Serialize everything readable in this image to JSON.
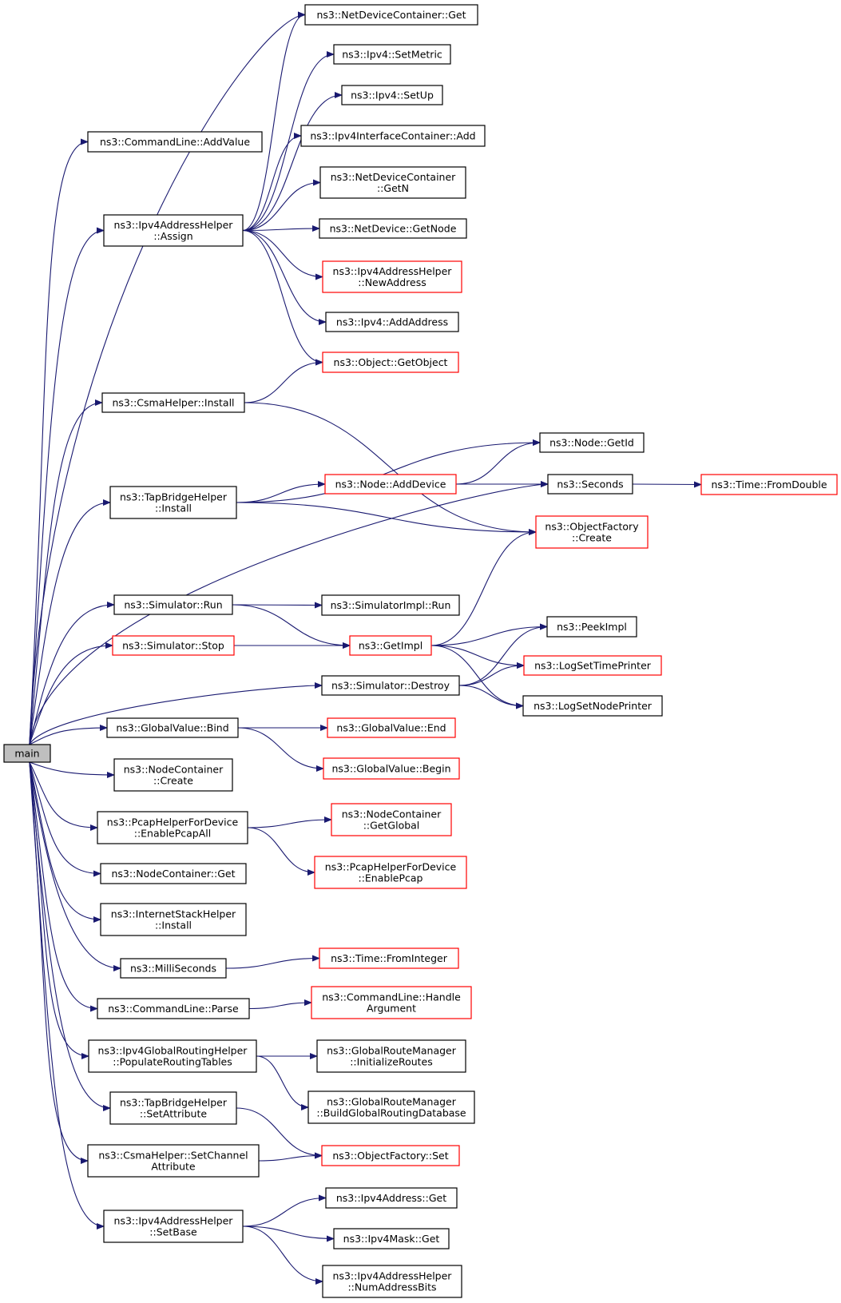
{
  "nodes": {
    "main": {
      "lines": [
        "main"
      ],
      "style": "current"
    },
    "ndc_get": {
      "lines": [
        "ns3::NetDeviceContainer::Get"
      ],
      "style": "plain"
    },
    "ipv4_setmetric": {
      "lines": [
        "ns3::Ipv4::SetMetric"
      ],
      "style": "plain"
    },
    "ipv4_setup": {
      "lines": [
        "ns3::Ipv4::SetUp"
      ],
      "style": "plain"
    },
    "cl_addvalue": {
      "lines": [
        "ns3::CommandLine::AddValue"
      ],
      "style": "plain"
    },
    "ipv4ic_add": {
      "lines": [
        "ns3::Ipv4InterfaceContainer::Add"
      ],
      "style": "plain"
    },
    "ndc_getn": {
      "lines": [
        "ns3::NetDeviceContainer",
        "::GetN"
      ],
      "style": "plain"
    },
    "iah_assign": {
      "lines": [
        "ns3::Ipv4AddressHelper",
        "::Assign"
      ],
      "style": "plain"
    },
    "nd_getnode": {
      "lines": [
        "ns3::NetDevice::GetNode"
      ],
      "style": "plain"
    },
    "iah_newaddress": {
      "lines": [
        "ns3::Ipv4AddressHelper",
        "::NewAddress"
      ],
      "style": "warn"
    },
    "ipv4_addaddress": {
      "lines": [
        "ns3::Ipv4::AddAddress"
      ],
      "style": "plain"
    },
    "obj_getobject": {
      "lines": [
        "ns3::Object::GetObject"
      ],
      "style": "warn"
    },
    "csma_install": {
      "lines": [
        "ns3::CsmaHelper::Install"
      ],
      "style": "plain"
    },
    "node_getid": {
      "lines": [
        "ns3::Node::GetId"
      ],
      "style": "plain"
    },
    "tbh_install": {
      "lines": [
        "ns3::TapBridgeHelper",
        "::Install"
      ],
      "style": "plain"
    },
    "node_adddevice": {
      "lines": [
        "ns3::Node::AddDevice"
      ],
      "style": "warn"
    },
    "seconds": {
      "lines": [
        "ns3::Seconds"
      ],
      "style": "plain"
    },
    "time_fromdouble": {
      "lines": [
        "ns3::Time::FromDouble"
      ],
      "style": "warn"
    },
    "of_create": {
      "lines": [
        "ns3::ObjectFactory",
        "::Create"
      ],
      "style": "warn"
    },
    "sim_run": {
      "lines": [
        "ns3::Simulator::Run"
      ],
      "style": "plain"
    },
    "simimpl_run": {
      "lines": [
        "ns3::SimulatorImpl::Run"
      ],
      "style": "plain"
    },
    "peekimpl": {
      "lines": [
        "ns3::PeekImpl"
      ],
      "style": "plain"
    },
    "sim_stop": {
      "lines": [
        "ns3::Simulator::Stop"
      ],
      "style": "warn"
    },
    "getimpl": {
      "lines": [
        "ns3::GetImpl"
      ],
      "style": "warn"
    },
    "logsettimeprinter": {
      "lines": [
        "ns3::LogSetTimePrinter"
      ],
      "style": "warn"
    },
    "sim_destroy": {
      "lines": [
        "ns3::Simulator::Destroy"
      ],
      "style": "plain"
    },
    "logsetnodeprinter": {
      "lines": [
        "ns3::LogSetNodePrinter"
      ],
      "style": "plain"
    },
    "gv_bind": {
      "lines": [
        "ns3::GlobalValue::Bind"
      ],
      "style": "plain"
    },
    "gv_end": {
      "lines": [
        "ns3::GlobalValue::End"
      ],
      "style": "warn"
    },
    "gv_begin": {
      "lines": [
        "ns3::GlobalValue::Begin"
      ],
      "style": "warn"
    },
    "nc_create": {
      "lines": [
        "ns3::NodeContainer",
        "::Create"
      ],
      "style": "plain"
    },
    "phd_enablepcapall": {
      "lines": [
        "ns3::PcapHelperForDevice",
        "::EnablePcapAll"
      ],
      "style": "plain"
    },
    "nc_getglobal": {
      "lines": [
        "ns3::NodeContainer",
        "::GetGlobal"
      ],
      "style": "warn"
    },
    "phd_enablepcap": {
      "lines": [
        "ns3::PcapHelperForDevice",
        "::EnablePcap"
      ],
      "style": "warn"
    },
    "nc_get": {
      "lines": [
        "ns3::NodeContainer::Get"
      ],
      "style": "plain"
    },
    "ish_install": {
      "lines": [
        "ns3::InternetStackHelper",
        "::Install"
      ],
      "style": "plain"
    },
    "milliseconds": {
      "lines": [
        "ns3::MilliSeconds"
      ],
      "style": "plain"
    },
    "time_frominteger": {
      "lines": [
        "ns3::Time::FromInteger"
      ],
      "style": "warn"
    },
    "cl_parse": {
      "lines": [
        "ns3::CommandLine::Parse"
      ],
      "style": "plain"
    },
    "cl_handlearg": {
      "lines": [
        "ns3::CommandLine::Handle",
        "Argument"
      ],
      "style": "warn"
    },
    "igrh_populate": {
      "lines": [
        "ns3::Ipv4GlobalRoutingHelper",
        "::PopulateRoutingTables"
      ],
      "style": "plain"
    },
    "grm_initroutes": {
      "lines": [
        "ns3::GlobalRouteManager",
        "::InitializeRoutes"
      ],
      "style": "plain"
    },
    "grm_buildglobal": {
      "lines": [
        "ns3::GlobalRouteManager",
        "::BuildGlobalRoutingDatabase"
      ],
      "style": "plain"
    },
    "tbh_setattr": {
      "lines": [
        "ns3::TapBridgeHelper",
        "::SetAttribute"
      ],
      "style": "plain"
    },
    "of_set": {
      "lines": [
        "ns3::ObjectFactory::Set"
      ],
      "style": "warn"
    },
    "csma_setchannelattr": {
      "lines": [
        "ns3::CsmaHelper::SetChannel",
        "Attribute"
      ],
      "style": "plain"
    },
    "ipv4addr_get": {
      "lines": [
        "ns3::Ipv4Address::Get"
      ],
      "style": "plain"
    },
    "iah_setbase": {
      "lines": [
        "ns3::Ipv4AddressHelper",
        "::SetBase"
      ],
      "style": "plain"
    },
    "ipv4mask_get": {
      "lines": [
        "ns3::Ipv4Mask::Get"
      ],
      "style": "plain"
    },
    "iah_numaddrbits": {
      "lines": [
        "ns3::Ipv4AddressHelper",
        "::NumAddressBits"
      ],
      "style": "plain"
    }
  },
  "edges": [
    [
      "main",
      "cl_addvalue"
    ],
    [
      "main",
      "ndc_get"
    ],
    [
      "main",
      "iah_assign"
    ],
    [
      "main",
      "csma_install"
    ],
    [
      "main",
      "tbh_install"
    ],
    [
      "main",
      "seconds"
    ],
    [
      "main",
      "sim_run"
    ],
    [
      "main",
      "sim_stop"
    ],
    [
      "main",
      "sim_destroy"
    ],
    [
      "main",
      "gv_bind"
    ],
    [
      "main",
      "nc_create"
    ],
    [
      "main",
      "phd_enablepcapall"
    ],
    [
      "main",
      "nc_get"
    ],
    [
      "main",
      "ish_install"
    ],
    [
      "main",
      "milliseconds"
    ],
    [
      "main",
      "cl_parse"
    ],
    [
      "main",
      "igrh_populate"
    ],
    [
      "main",
      "tbh_setattr"
    ],
    [
      "main",
      "csma_setchannelattr"
    ],
    [
      "main",
      "iah_setbase"
    ],
    [
      "iah_assign",
      "ndc_get"
    ],
    [
      "iah_assign",
      "ipv4_setmetric"
    ],
    [
      "iah_assign",
      "ipv4_setup"
    ],
    [
      "iah_assign",
      "ipv4ic_add"
    ],
    [
      "iah_assign",
      "ndc_getn"
    ],
    [
      "iah_assign",
      "nd_getnode"
    ],
    [
      "iah_assign",
      "iah_newaddress"
    ],
    [
      "iah_assign",
      "ipv4_addaddress"
    ],
    [
      "iah_assign",
      "obj_getobject"
    ],
    [
      "csma_install",
      "obj_getobject"
    ],
    [
      "csma_install",
      "of_create"
    ],
    [
      "tbh_install",
      "node_getid"
    ],
    [
      "tbh_install",
      "node_adddevice"
    ],
    [
      "tbh_install",
      "of_create"
    ],
    [
      "node_adddevice",
      "node_getid"
    ],
    [
      "node_adddevice",
      "seconds"
    ],
    [
      "seconds",
      "time_fromdouble"
    ],
    [
      "sim_run",
      "simimpl_run"
    ],
    [
      "sim_run",
      "getimpl"
    ],
    [
      "sim_stop",
      "getimpl"
    ],
    [
      "getimpl",
      "of_create"
    ],
    [
      "getimpl",
      "peekimpl"
    ],
    [
      "getimpl",
      "logsettimeprinter"
    ],
    [
      "getimpl",
      "logsetnodeprinter"
    ],
    [
      "sim_destroy",
      "peekimpl"
    ],
    [
      "sim_destroy",
      "logsettimeprinter"
    ],
    [
      "sim_destroy",
      "logsetnodeprinter"
    ],
    [
      "gv_bind",
      "gv_end"
    ],
    [
      "gv_bind",
      "gv_begin"
    ],
    [
      "phd_enablepcapall",
      "nc_getglobal"
    ],
    [
      "phd_enablepcapall",
      "phd_enablepcap"
    ],
    [
      "milliseconds",
      "time_frominteger"
    ],
    [
      "cl_parse",
      "cl_handlearg"
    ],
    [
      "igrh_populate",
      "grm_initroutes"
    ],
    [
      "igrh_populate",
      "grm_buildglobal"
    ],
    [
      "tbh_setattr",
      "of_set"
    ],
    [
      "csma_setchannelattr",
      "of_set"
    ],
    [
      "iah_setbase",
      "ipv4addr_get"
    ],
    [
      "iah_setbase",
      "ipv4mask_get"
    ],
    [
      "iah_setbase",
      "iah_numaddrbits"
    ]
  ]
}
